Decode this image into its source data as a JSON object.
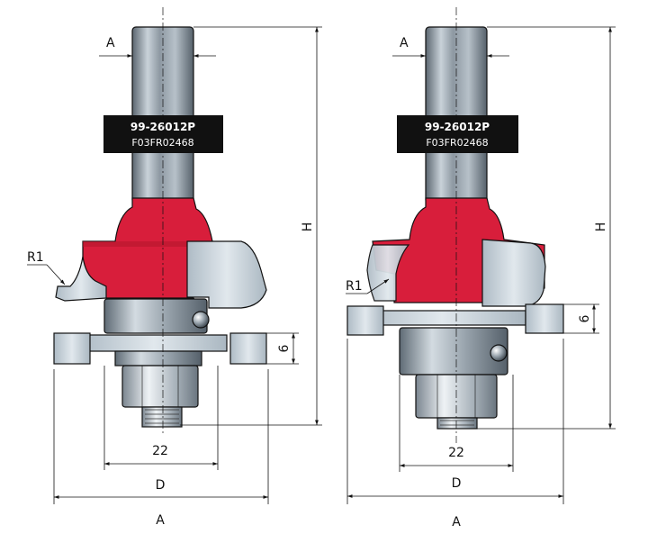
{
  "colors": {
    "red": "#d81e3b",
    "redDark": "#b3152c",
    "steel": "#b9c6cf",
    "steelLight": "#dfe6eb",
    "steelDark": "#6c7a85",
    "shank": "#7c8791",
    "label": "#111111"
  },
  "bits": [
    {
      "code": "99-26012P",
      "serial": "F03FR02468",
      "dims": {
        "A_top": "A",
        "H": "H",
        "R1": "R1",
        "six": "6",
        "t22": "22",
        "D": "D",
        "A_bottom": "A"
      }
    },
    {
      "code": "99-26012P",
      "serial": "F03FR02468",
      "dims": {
        "A_top": "A",
        "H": "H",
        "R1": "R1",
        "six": "6",
        "t22": "22",
        "D": "D",
        "A_bottom": "A"
      }
    }
  ]
}
